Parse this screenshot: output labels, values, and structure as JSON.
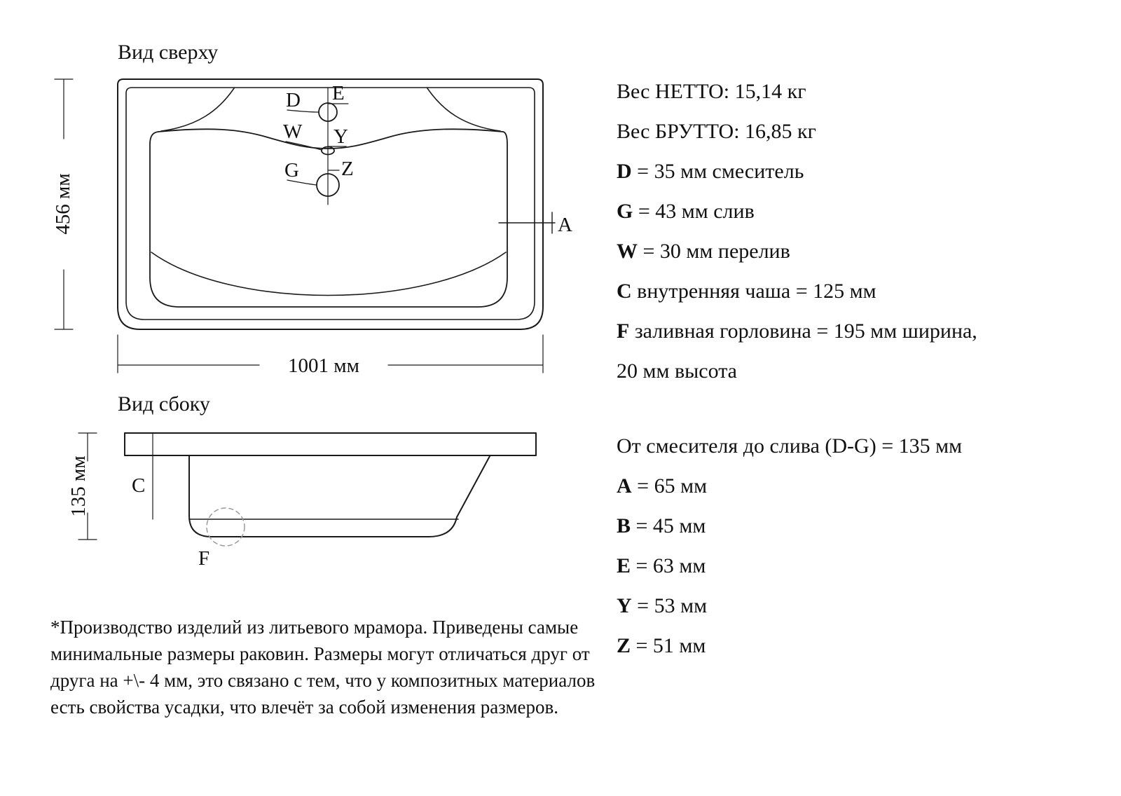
{
  "top_view": {
    "title": "Вид сверху",
    "width_dim": "1001 мм",
    "height_dim": "456 мм",
    "labels": {
      "D": "D",
      "E": "E",
      "W": "W",
      "Y": "Y",
      "G": "G",
      "Z": "Z",
      "A": "A"
    }
  },
  "side_view": {
    "title": "Вид сбоку",
    "height_dim": "135 мм",
    "labels": {
      "C": "C",
      "F": "F"
    }
  },
  "specs": {
    "top": [
      {
        "key": "",
        "text": "Вес НЕТТО: 15,14 кг"
      },
      {
        "key": "",
        "text": "Вес БРУТТО: 16,85 кг"
      },
      {
        "key": "D",
        "text": " = 35 мм смеситель"
      },
      {
        "key": "G",
        "text": " = 43 мм слив"
      },
      {
        "key": "W",
        "text": " = 30 мм перелив"
      },
      {
        "key": "C",
        "text": " внутренняя чаша = 125 мм"
      },
      {
        "key": "F",
        "text": " заливная горловина = 195 мм ширина,"
      },
      {
        "key": "",
        "text": "20 мм высота"
      }
    ],
    "bottom": [
      {
        "key": "",
        "text": "От смесителя до слива (D-G) = 135 мм"
      },
      {
        "key": "A",
        "text": " = 65 мм"
      },
      {
        "key": "B",
        "text": " = 45 мм"
      },
      {
        "key": "E",
        "text": " = 63 мм"
      },
      {
        "key": "Y",
        "text": " = 53 мм"
      },
      {
        "key": "Z",
        "text": " = 51 мм"
      }
    ]
  },
  "footnote": "*Производство изделий из литьевого мрамора. Приведены самые минимальные размеры раковин. Размеры могут отличаться друг от друга на +\\- 4 мм, это связано с тем, что у композитных материалов есть свойства усадки, что влечёт за собой изменения размеров."
}
